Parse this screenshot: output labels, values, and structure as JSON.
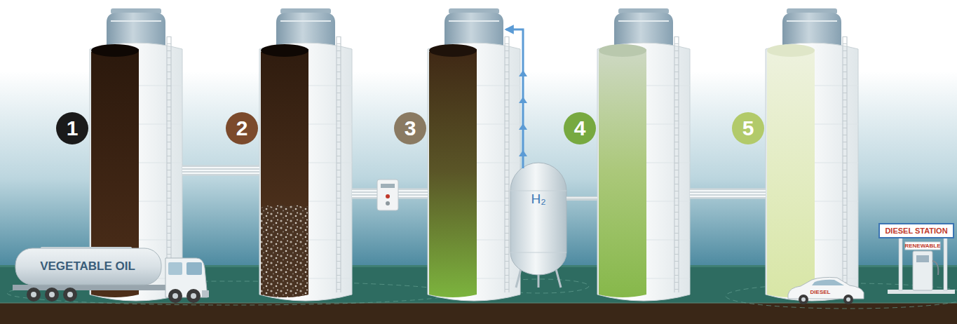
{
  "diagram": {
    "nodes": [
      {
        "text": [
          "1"
        ]
      },
      {
        "text": [
          "VEGETABLE OIL"
        ]
      },
      {
        "text": [
          "2"
        ]
      },
      {
        "text": [
          "3"
        ]
      },
      {
        "text": [
          "H₂"
        ]
      },
      {
        "text": [
          "4"
        ]
      },
      {
        "text": [
          "5"
        ]
      },
      {
        "text": [
          "DIESEL STATION"
        ]
      }
    ],
    "edges": [
      {
        "from": 0,
        "to": 2,
        "arrow": "none"
      },
      {
        "from": 2,
        "to": 3,
        "arrow": "none"
      },
      {
        "from": 4,
        "to": 3,
        "arrow": "to"
      },
      {
        "from": 4,
        "to": 5,
        "arrow": "none"
      },
      {
        "from": 5,
        "to": 6,
        "arrow": "none"
      }
    ],
    "labels": [
      "RENEWABLE",
      "DIESEL"
    ]
  }
}
